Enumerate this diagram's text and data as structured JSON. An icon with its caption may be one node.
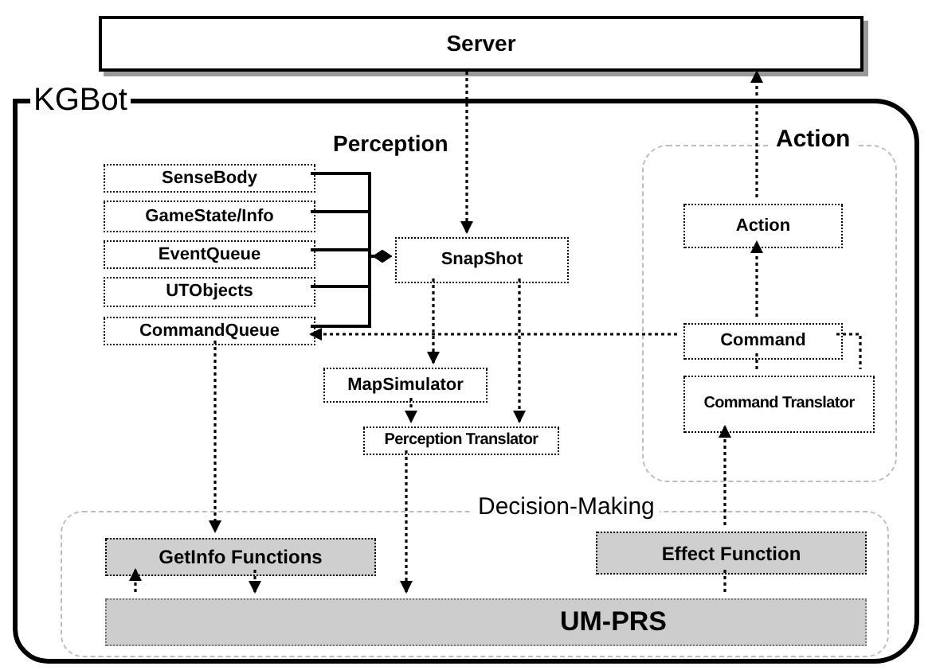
{
  "diagram": {
    "nodes": [
      {
        "text": [
          "Server"
        ]
      },
      {
        "text": [
          "KGBot"
        ]
      },
      {
        "text": [
          "Action"
        ],
        "in": 1
      },
      {
        "text": [
          "Decision-Making"
        ],
        "in": 1
      },
      {
        "text": [
          "SenseBody"
        ],
        "in": 1
      },
      {
        "text": [
          "GameState/Info"
        ],
        "in": 1
      },
      {
        "text": [
          "EventQueue"
        ],
        "in": 1
      },
      {
        "text": [
          "UTObjects"
        ],
        "in": 1
      },
      {
        "text": [
          "CommandQueue"
        ],
        "in": 1
      },
      {
        "text": [
          "SnapShot"
        ],
        "in": 1
      },
      {
        "text": [
          "MapSimulator"
        ],
        "in": 1
      },
      {
        "text": [
          "Perception Translator"
        ],
        "in": 1
      },
      {
        "text": [
          "Action"
        ],
        "in": 2
      },
      {
        "text": [
          "Command"
        ],
        "in": 2
      },
      {
        "text": [
          "Command Translator"
        ],
        "in": 2
      },
      {
        "text": [
          "GetInfo Functions"
        ],
        "in": 3
      },
      {
        "text": [
          "Effect Function"
        ],
        "in": 3
      },
      {
        "text": [
          "UM-PRS"
        ],
        "in": 3
      }
    ],
    "edges": [
      {
        "from": 0,
        "to": 9,
        "arrow": "to",
        "style": "dashed"
      },
      {
        "from": 12,
        "to": 0,
        "arrow": "to",
        "style": "dashed"
      },
      {
        "from": 4,
        "to": 9,
        "arrow": "other"
      },
      {
        "from": 5,
        "to": 9,
        "arrow": "other"
      },
      {
        "from": 6,
        "to": 9,
        "arrow": "other"
      },
      {
        "from": 7,
        "to": 9,
        "arrow": "other"
      },
      {
        "from": 8,
        "to": 9,
        "arrow": "other"
      },
      {
        "from": 9,
        "to": 10,
        "arrow": "to",
        "style": "dashed"
      },
      {
        "from": 9,
        "to": 11,
        "arrow": "to",
        "style": "dashed"
      },
      {
        "from": 10,
        "to": 11,
        "arrow": "to",
        "style": "dashed"
      },
      {
        "from": 13,
        "to": 8,
        "arrow": "to",
        "style": "dashed"
      },
      {
        "from": 13,
        "to": 12,
        "arrow": "to",
        "style": "dashed"
      },
      {
        "from": 14,
        "to": 13,
        "arrow": "none",
        "style": "dashed"
      },
      {
        "from": 13,
        "to": 14,
        "arrow": "none",
        "style": "dashed"
      },
      {
        "from": 8,
        "to": 15,
        "arrow": "to",
        "style": "dashed"
      },
      {
        "from": 11,
        "to": 17,
        "arrow": "to",
        "style": "dashed"
      },
      {
        "from": 15,
        "to": 17,
        "arrow": "to",
        "style": "dashed"
      },
      {
        "from": 17,
        "to": 15,
        "arrow": "to",
        "style": "dashed"
      },
      {
        "from": 16,
        "to": 14,
        "arrow": "to",
        "style": "dashed"
      },
      {
        "from": 17,
        "to": 16,
        "arrow": "none",
        "style": "dashed"
      }
    ],
    "labels": [
      "Perception"
    ]
  }
}
